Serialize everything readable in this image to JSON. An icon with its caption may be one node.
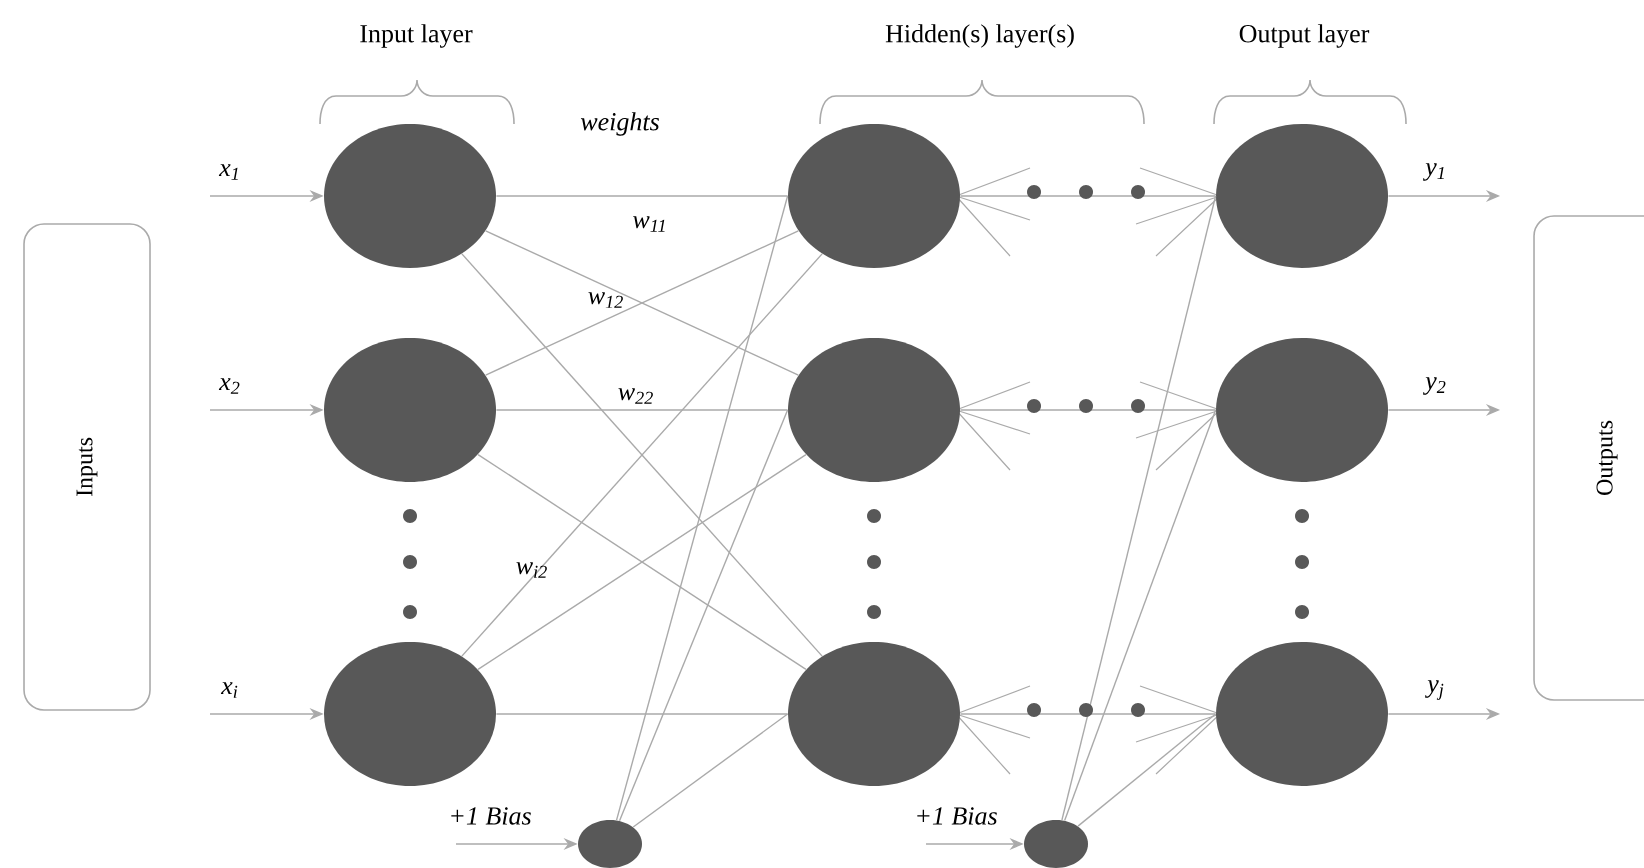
{
  "diagram": {
    "nodes": [
      {
        "text": [
          "Inputs"
        ]
      },
      {
        "text": [
          "Outputs"
        ]
      },
      {
        "text": [],
        "shape": "circle"
      },
      {
        "text": [],
        "shape": "circle"
      },
      {
        "text": [],
        "shape": "circle"
      },
      {
        "text": [],
        "shape": "circle"
      },
      {
        "text": [],
        "shape": "circle"
      },
      {
        "text": [],
        "shape": "circle"
      },
      {
        "text": [],
        "shape": "circle"
      },
      {
        "text": [],
        "shape": "circle"
      },
      {
        "text": [],
        "shape": "circle"
      },
      {
        "text": [],
        "shape": "circle"
      },
      {
        "text": [],
        "shape": "circle"
      }
    ],
    "edges": [
      {
        "from": null,
        "to": 2,
        "arrow": "to",
        "label": "x$_{1}$"
      },
      {
        "from": null,
        "to": 3,
        "arrow": "to",
        "label": "x$_{2}$"
      },
      {
        "from": null,
        "to": 4,
        "arrow": "to",
        "label": "x$_{i}$"
      },
      {
        "from": 2,
        "to": 5,
        "arrow": "none"
      },
      {
        "from": 2,
        "to": 6,
        "arrow": "none"
      },
      {
        "from": 2,
        "to": 7,
        "arrow": "none"
      },
      {
        "from": 3,
        "to": 5,
        "arrow": "none"
      },
      {
        "from": 3,
        "to": 6,
        "arrow": "none"
      },
      {
        "from": 3,
        "to": 7,
        "arrow": "none"
      },
      {
        "from": 4,
        "to": 5,
        "arrow": "none"
      },
      {
        "from": 4,
        "to": 6,
        "arrow": "none"
      },
      {
        "from": 4,
        "to": 7,
        "arrow": "none"
      },
      {
        "from": null,
        "to": 11,
        "arrow": "to",
        "label": "+1 Bias"
      },
      {
        "from": 11,
        "to": 5,
        "arrow": "none"
      },
      {
        "from": 11,
        "to": 6,
        "arrow": "none"
      },
      {
        "from": 11,
        "to": 7,
        "arrow": "none"
      },
      {
        "from": 5,
        "to": 8,
        "arrow": "none"
      },
      {
        "from": 6,
        "to": 9,
        "arrow": "none"
      },
      {
        "from": 7,
        "to": 10,
        "arrow": "none"
      },
      {
        "from": null,
        "to": 12,
        "arrow": "to",
        "label": "+1 Bias"
      },
      {
        "from": 12,
        "to": 8,
        "arrow": "none"
      },
      {
        "from": 12,
        "to": 9,
        "arrow": "none"
      },
      {
        "from": 12,
        "to": 10,
        "arrow": "none"
      },
      {
        "from": 8,
        "to": null,
        "arrow": "to",
        "label": "y$_{1}$"
      },
      {
        "from": 9,
        "to": null,
        "arrow": "to",
        "label": "y$_{2}$"
      },
      {
        "from": 10,
        "to": null,
        "arrow": "to",
        "label": "y$_{j}$"
      }
    ],
    "labels": [
      "Input layer",
      "Hidden(s) layer(s)",
      "Output layer",
      "weights",
      "w$_{11}$",
      "w$_{12}$",
      "w$_{22}$",
      "w$_{i2}$"
    ]
  }
}
